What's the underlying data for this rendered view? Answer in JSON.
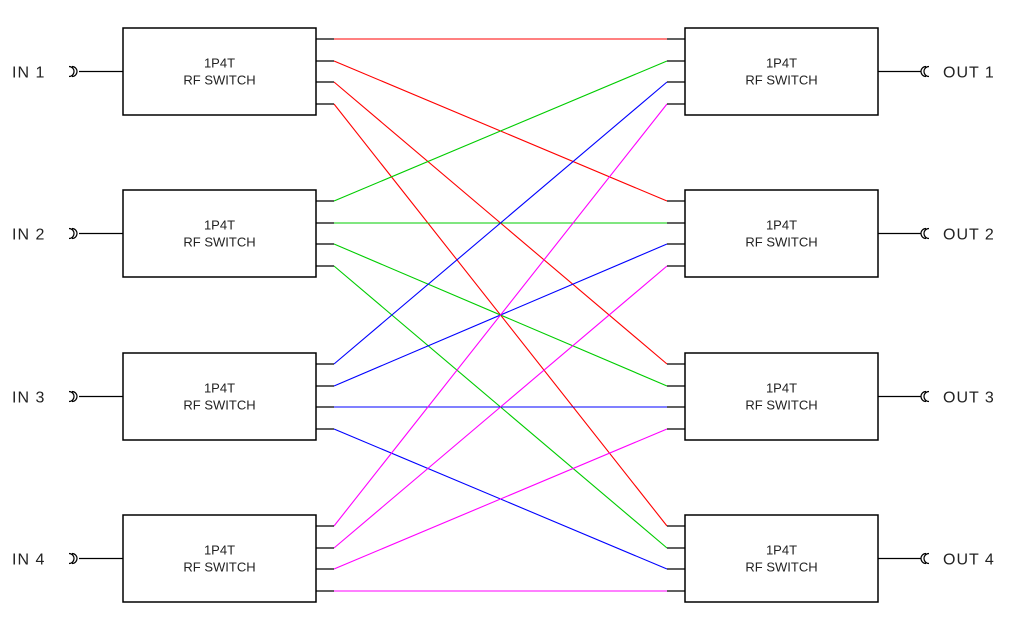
{
  "colors": {
    "line_in1": "#ff0000",
    "line_in2": "#00cc00",
    "line_in3": "#0000ff",
    "line_in4": "#ff00ff",
    "outline": "#000000"
  },
  "inputs": [
    {
      "label": "IN 1",
      "switch_line1": "1P4T",
      "switch_line2": "RF SWITCH"
    },
    {
      "label": "IN 2",
      "switch_line1": "1P4T",
      "switch_line2": "RF SWITCH"
    },
    {
      "label": "IN 3",
      "switch_line1": "1P4T",
      "switch_line2": "RF SWITCH"
    },
    {
      "label": "IN 4",
      "switch_line1": "1P4T",
      "switch_line2": "RF SWITCH"
    }
  ],
  "outputs": [
    {
      "label": "OUT 1",
      "switch_line1": "1P4T",
      "switch_line2": "RF SWITCH"
    },
    {
      "label": "OUT 2",
      "switch_line1": "1P4T",
      "switch_line2": "RF SWITCH"
    },
    {
      "label": "OUT 3",
      "switch_line1": "1P4T",
      "switch_line2": "RF SWITCH"
    },
    {
      "label": "OUT 4",
      "switch_line1": "1P4T",
      "switch_line2": "RF SWITCH"
    }
  ],
  "connections": [
    {
      "from_switch": 1,
      "from_port": 1,
      "to_switch": 1,
      "to_port": 1,
      "color_key": "line_in1"
    },
    {
      "from_switch": 1,
      "from_port": 2,
      "to_switch": 2,
      "to_port": 1,
      "color_key": "line_in1"
    },
    {
      "from_switch": 1,
      "from_port": 3,
      "to_switch": 3,
      "to_port": 1,
      "color_key": "line_in1"
    },
    {
      "from_switch": 1,
      "from_port": 4,
      "to_switch": 4,
      "to_port": 1,
      "color_key": "line_in1"
    },
    {
      "from_switch": 2,
      "from_port": 1,
      "to_switch": 1,
      "to_port": 2,
      "color_key": "line_in2"
    },
    {
      "from_switch": 2,
      "from_port": 2,
      "to_switch": 2,
      "to_port": 2,
      "color_key": "line_in2"
    },
    {
      "from_switch": 2,
      "from_port": 3,
      "to_switch": 3,
      "to_port": 2,
      "color_key": "line_in2"
    },
    {
      "from_switch": 2,
      "from_port": 4,
      "to_switch": 4,
      "to_port": 2,
      "color_key": "line_in2"
    },
    {
      "from_switch": 3,
      "from_port": 1,
      "to_switch": 1,
      "to_port": 3,
      "color_key": "line_in3"
    },
    {
      "from_switch": 3,
      "from_port": 2,
      "to_switch": 2,
      "to_port": 3,
      "color_key": "line_in3"
    },
    {
      "from_switch": 3,
      "from_port": 3,
      "to_switch": 3,
      "to_port": 3,
      "color_key": "line_in3"
    },
    {
      "from_switch": 3,
      "from_port": 4,
      "to_switch": 4,
      "to_port": 3,
      "color_key": "line_in3"
    },
    {
      "from_switch": 4,
      "from_port": 1,
      "to_switch": 1,
      "to_port": 4,
      "color_key": "line_in4"
    },
    {
      "from_switch": 4,
      "from_port": 2,
      "to_switch": 2,
      "to_port": 4,
      "color_key": "line_in4"
    },
    {
      "from_switch": 4,
      "from_port": 3,
      "to_switch": 3,
      "to_port": 4,
      "color_key": "line_in4"
    },
    {
      "from_switch": 4,
      "from_port": 4,
      "to_switch": 4,
      "to_port": 4,
      "color_key": "line_in4"
    }
  ]
}
